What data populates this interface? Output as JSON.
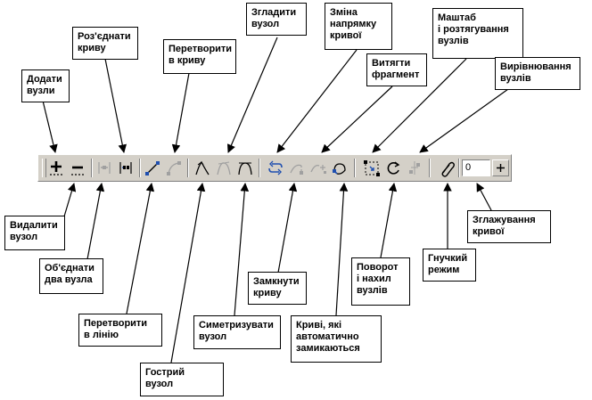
{
  "callouts": {
    "add_nodes": "Додати\nвузли",
    "break_curve": "Роз'єднати\nкриву",
    "convert_to_curve": "Перетворити\nв криву",
    "smooth_node": "Згладити\nвузол",
    "reverse_direction": "Зміна\nнапрямку\nкривої",
    "extract_subpath": "Витягти\nфрагмент",
    "stretch_scale": "Маштаб\nі розтягування\nвузлів",
    "align_nodes": "Вирівнювання\nвузлів",
    "delete_node": "Видалити\nвузол",
    "join_nodes": "Об'єднати\nдва вузла",
    "convert_to_line": "Перетворити\nв лінію",
    "cusp_node": "Гострий\nвузол",
    "symmetric_node": "Симетризувати\nвузол",
    "close_curve": "Замкнути\nкриву",
    "auto_close": "Криві, які\nавтоматично\nзамикаються",
    "rotate_skew": "Поворот\nі нахил\nвузлів",
    "elastic_mode": "Гнучкий\nрежим",
    "curve_smoothing": "Зглажування\nкривої"
  },
  "toolbar": {
    "smoothing_value": "0"
  },
  "colors": {
    "toolbar_face": "#d4d0c8",
    "icon_active": "#000000",
    "icon_disabled": "#a0a0a0",
    "icon_blue": "#1f4fb0"
  }
}
